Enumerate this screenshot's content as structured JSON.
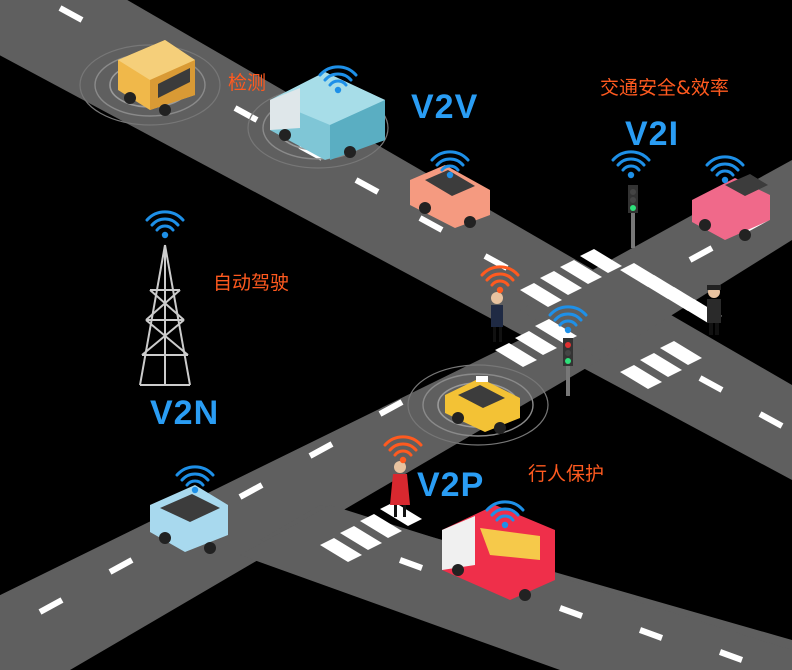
{
  "labels": {
    "v2v": "V2V",
    "v2i": "V2I",
    "v2n": "V2N",
    "v2p": "V2P",
    "detect": "检测",
    "traffic": "交通安全&效率",
    "autodrive": "自动驾驶",
    "pedestrian": "行人保护"
  },
  "icons": [
    "wifi-signal-icon",
    "cell-tower-icon",
    "traffic-light-icon",
    "pedestrian-icon",
    "police-officer-icon"
  ],
  "colors": {
    "road": "#5f5f5f",
    "background": "#000000",
    "label_blue": "#2a9df4",
    "label_orange": "#ff5a1f",
    "signal_blue": "#1e90e8",
    "signal_orange": "#ff5a1f"
  }
}
